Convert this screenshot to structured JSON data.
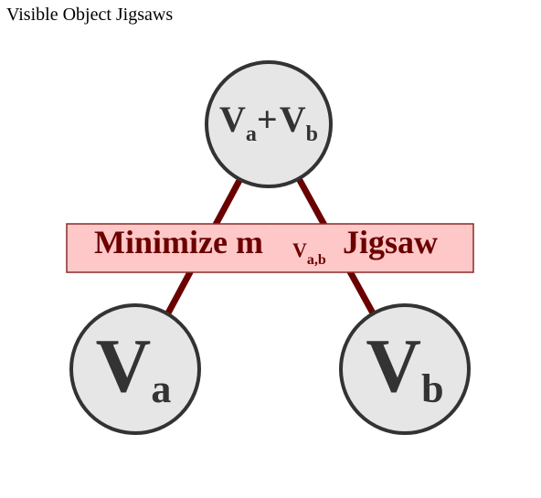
{
  "title": "Visible Object Jigsaws",
  "colors": {
    "node_fill": "#e6e6e6",
    "node_stroke": "#333333",
    "edge": "#6b0000",
    "banner_fill": "#ffc8c8",
    "banner_stroke": "#8c2a2a",
    "banner_text": "#6b0000",
    "node_text": "#333333"
  },
  "nodes": {
    "top": {
      "base1": "V",
      "sub1": "a",
      "op": "+",
      "base2": "V",
      "sub2": "b"
    },
    "left": {
      "base": "V",
      "sub": "a"
    },
    "right": {
      "base": "V",
      "sub": "b"
    }
  },
  "banner": {
    "prefix": "Minimize m",
    "sub_base": "V",
    "sub_sub": "a,b",
    "suffix": "Jigsaw"
  }
}
